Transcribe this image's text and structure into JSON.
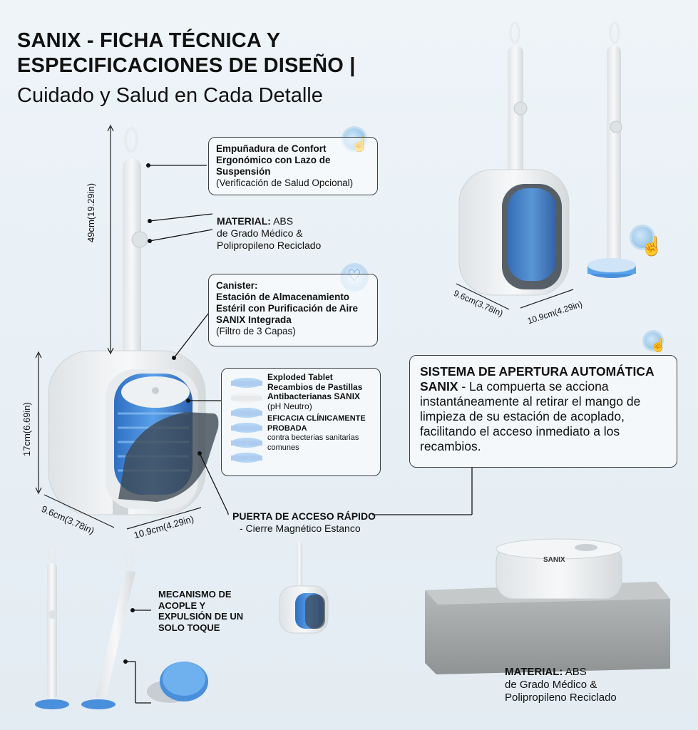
{
  "header": {
    "title": "SANIX - FICHA TÉCNICA Y ESPECIFICACIONES DE DISEÑO |",
    "subtitle": "Cuidado y Salud en Cada Detalle"
  },
  "callouts": {
    "grip": {
      "title": "Empuñadura de Confort Ergonómico con Lazo de Suspensión",
      "note": "(Verificación de Salud Opcional)"
    },
    "material_top": {
      "label": "MATERIAL:",
      "value": "ABS",
      "line2": "de Grado Médico &",
      "line3": "Polipropileno Reciclado"
    },
    "canister": {
      "title": "Canister:",
      "body": "Estación de Almacenamiento Estéril con Purificación de Aire SANIX Integrada",
      "note": "(Filtro de 3 Capas)"
    },
    "tablets": {
      "title": "Exploded Tablet Recambios de Pastillas Antibacterianas SANIX",
      "note": "(pH Neutro)",
      "efficacy": "EFICACIA CLÍNICAMENTE PROBADA",
      "efficacy_note": "contra becterias sanitarias comunes"
    },
    "auto_open": {
      "title": "SISTEMA DE APERTURA AUTOMÁTICA SANIX",
      "body": "- La compuerta se acciona instantáneamente al retirar el mango de limpieza de su estación de acoplado, facilitando el acceso inmediato a los recambios."
    },
    "door": {
      "title": "PUERTA DE ACCESO RÁPIDO",
      "note": "- Cierre Magnético Estanco"
    },
    "mechanism": {
      "title": "MECANISMO DE ACOPLE Y EXPULSIÓN DE UN SOLO TOQUE"
    },
    "material_bottom": {
      "label": "MATERIAL:",
      "value": "ABS",
      "line2": "de Grado Médico &",
      "line3": "Polipropileno Reciclado"
    }
  },
  "measurements": {
    "height_handle": "49cm(19.29in)",
    "height_body": "17cm(6.69in)",
    "depth": "9.6cm(3.78in)",
    "width": "10.9cm(4.29in)",
    "depth_top": "9.6cm(3.78In)",
    "width_top": "10.9cm(4.29in)"
  },
  "product": {
    "brand_label": "SANIX"
  },
  "colors": {
    "accent_blue": "#4a8fdc",
    "body_white": "#f2f4f5",
    "text": "#111111"
  },
  "icons": [
    "tap-hand-icon",
    "heart-plus-icon",
    "tap-hand-icon"
  ]
}
